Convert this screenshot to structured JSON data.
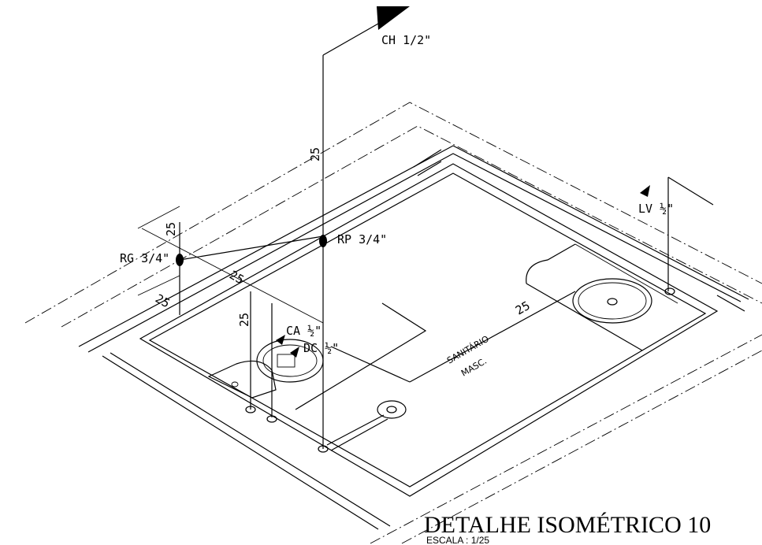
{
  "labels": {
    "ch": "CH 1/2\"",
    "rp": "RP 3/4\"",
    "rg": "RG 3/4\"",
    "lv": "LV ½\"",
    "ca": "CA ½\"",
    "dc": "DC ½\"",
    "room_line1": "SANITÁRIO",
    "room_line2": "MASC."
  },
  "dimensions": {
    "d1": "25",
    "d2": "25",
    "d3": "25",
    "d4": "25",
    "d5": "25",
    "d6": "25"
  },
  "title": {
    "main": "DETALHE ISOMÉTRICO 10",
    "scale": "ESCALA :  1/25"
  },
  "icons": {
    "arrow": "flow-arrow-icon",
    "toilet": "toilet-icon",
    "sink": "sink-icon",
    "drain": "floor-drain-icon"
  }
}
